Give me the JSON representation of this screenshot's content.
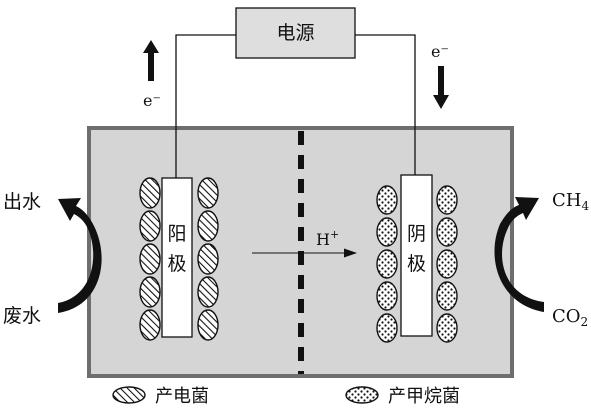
{
  "power_supply": {
    "label": "电源"
  },
  "electron_flow": {
    "left_label": "e⁻",
    "right_label": "e⁻"
  },
  "electrodes": {
    "left": {
      "label_top": "阳",
      "label_bottom": "极"
    },
    "right": {
      "label_top": "阴",
      "label_bottom": "极"
    }
  },
  "proton": {
    "label": "H⁺"
  },
  "flows": {
    "outlet_water": "出水",
    "waste_water": "废水",
    "ch4_main": "CH",
    "ch4_sub": "4",
    "co2_main": "CO",
    "co2_sub": "2"
  },
  "legend": {
    "electrogenic": "产电菌",
    "methanogen": "产甲烷菌"
  },
  "colors": {
    "tank_fill": "#d5d5d5",
    "tank_border": "#6e6e6e",
    "electrode_fill": "#ffffff",
    "power_fill": "#dedede",
    "arrow_fill": "#111111"
  }
}
